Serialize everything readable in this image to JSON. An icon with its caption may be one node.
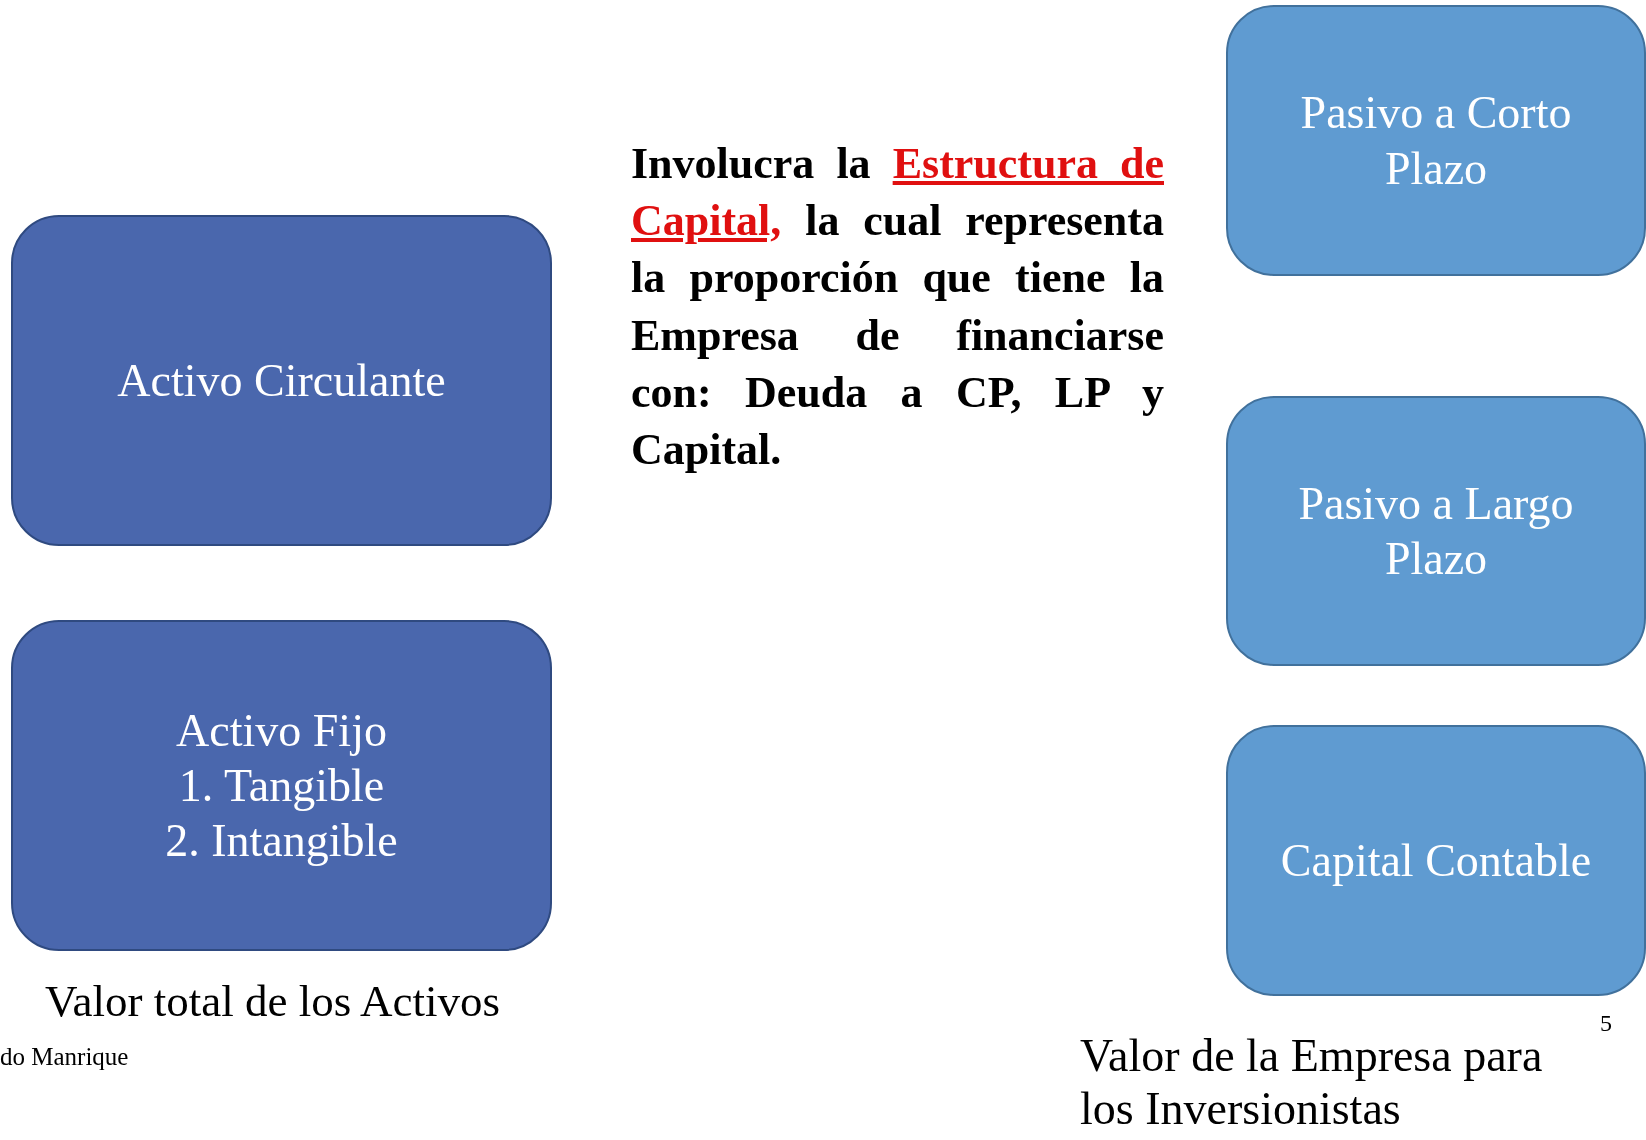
{
  "diagram": {
    "nodes": [
      {
        "text": [
          "Activo Circulante"
        ]
      },
      {
        "text": [
          "Activo Fijo",
          "1. Tangible",
          "2. Intangible"
        ]
      },
      {
        "text": [
          "Pasivo a Corto Plazo"
        ]
      },
      {
        "text": [
          "Pasivo a Largo Plazo"
        ]
      },
      {
        "text": [
          "Capital Contable"
        ]
      }
    ],
    "labels": [
      "Involucra la **Estructura de Capital,** la cual representa la proporción que tiene la Empresa de financiarse con: Deuda a CP, LP y Capital.",
      "Valor total de los Activos",
      "do Manrique",
      "Valor de la Empresa para los Inversionistas",
      "5"
    ]
  }
}
